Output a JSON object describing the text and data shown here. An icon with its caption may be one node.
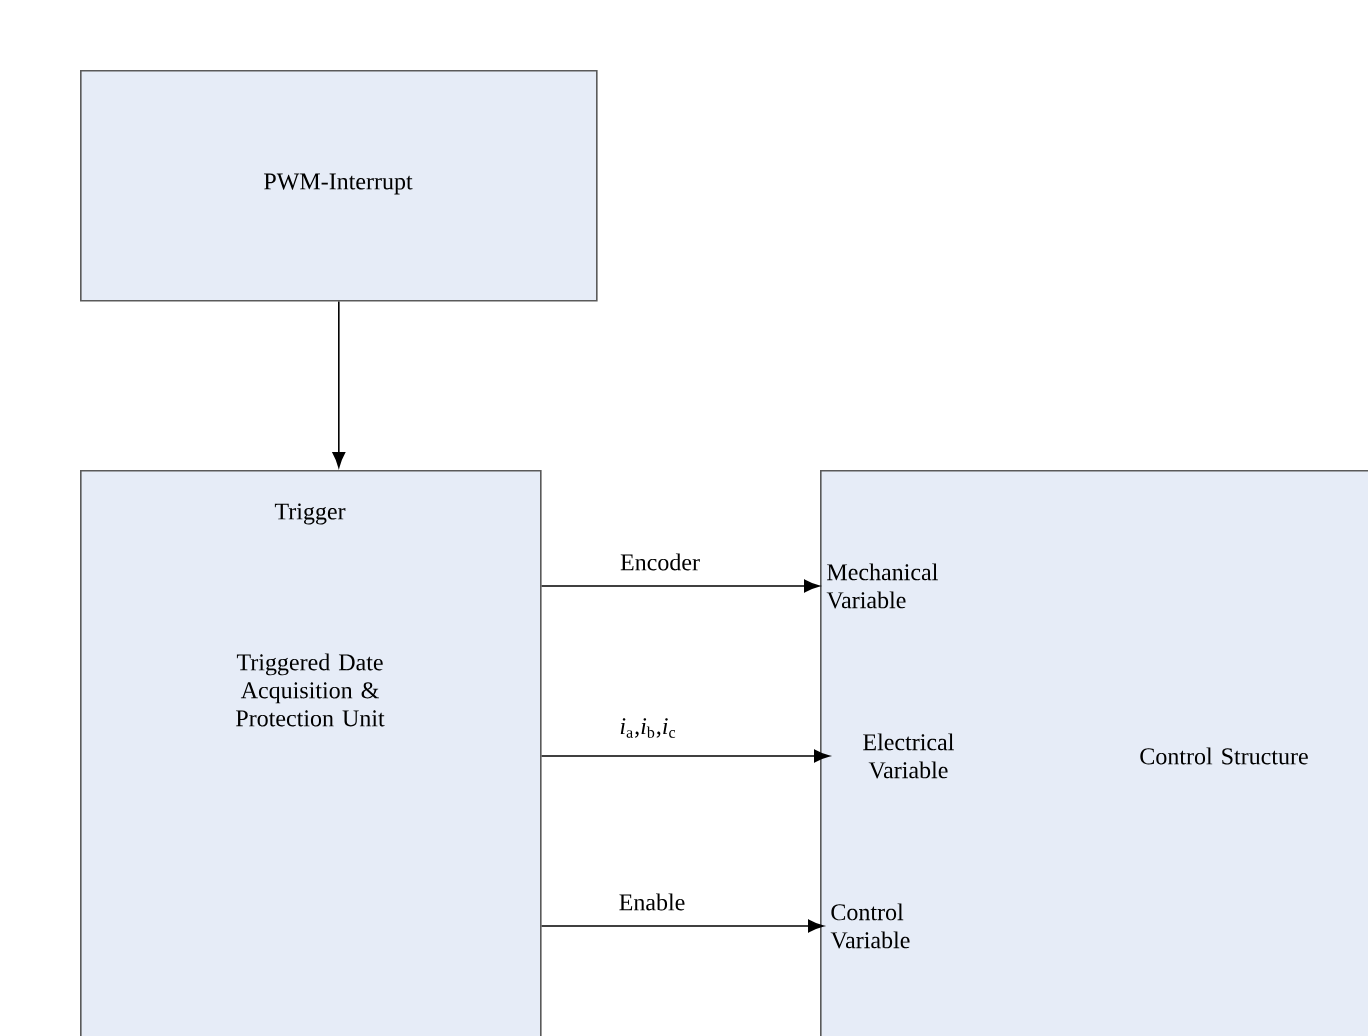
{
  "diagram": {
    "nodes": [
      {
        "text": [
          "PWM-Interrupt"
        ]
      },
      {
        "text": [
          "Trigger",
          "Triggered Date Acquisition & Protection Unit"
        ]
      },
      {
        "text": [
          "Control Structure"
        ]
      },
      {
        "text": [
          "Mechanical Variable"
        ],
        "in": 2
      },
      {
        "text": [
          "Electrical Variable"
        ],
        "in": 2
      },
      {
        "text": [
          "Control Variable"
        ],
        "in": 2
      }
    ],
    "edges": [
      {
        "from": 0,
        "to": 1,
        "arrow": "to"
      },
      {
        "from": 1,
        "to": 3,
        "arrow": "to",
        "label": "Encoder"
      },
      {
        "from": 1,
        "to": 4,
        "arrow": "to",
        "label": "*i*$_{a}$,*i*$_{b}$,*i*$_{c}$"
      },
      {
        "from": 1,
        "to": 5,
        "arrow": "to",
        "label": "Enable"
      }
    ]
  }
}
